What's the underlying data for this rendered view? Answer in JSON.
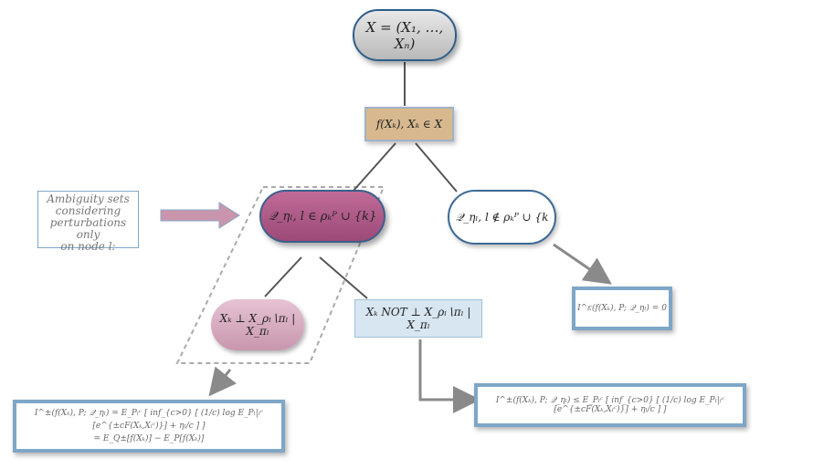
{
  "nodes": {
    "root": "X = (X₁, …, Xₙ)",
    "f": "f(Xₖ),  Xₖ ∈ X",
    "in_set": "𝒬_ηₗ,  l ∈ ρₖᴾ ∪ {k}",
    "out_set": "𝒬_ηₗ,  l ∉ ρₖᴾ ∪ {k",
    "indep": "Xₖ ⊥ X_ρₗ∖πₗ | X_πₗ",
    "not_indep": "Xₖ  NOT  ⊥ X_ρₗ∖πₗ | X_πₗ",
    "zero": "I^ε(f(Xₖ), P; 𝒬_ηₗ) = 0",
    "ineq": "I^±(f(Xₖ), P; 𝒬_ηₗ) ≤ E_Pₗᶜ [ inf_{c>0} [ (1/c) log E_Pₗ|ₗᶜ [e^{±cF(Xₖ,Xₗᶜ)}] + ηₗ/c ] ]",
    "eq_line1": "I^±(f(Xₖ), P; 𝒬_ηₗ) = E_Pₗᶜ [ inf_{c>0} [ (1/c) log E_Pₗ|ₗᶜ [e^{±cF(Xₖ,Xₗᶜ)}] + ηₗ/c ] ]",
    "eq_line2": "= E_Q±[f(Xₖ)] − E_P[f(Xₖ)]"
  },
  "note": {
    "lines": [
      "Ambiguity sets",
      "considering",
      "perturbations only",
      "on node l:"
    ]
  },
  "colors": {
    "edge": "#555555",
    "arrow": "#8a8a8a",
    "accent_blue": "#7fa6c7",
    "magenta": "#a9527f",
    "tan": "#d8b98f"
  }
}
